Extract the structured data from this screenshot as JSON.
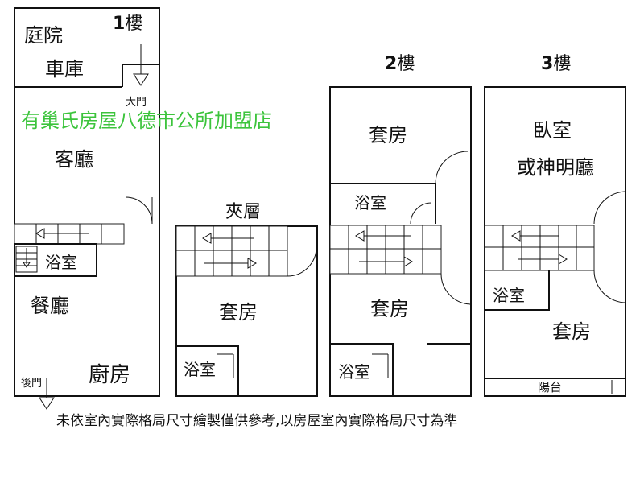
{
  "floors": {
    "f1": {
      "num": "1",
      "suffix": "樓"
    },
    "f2": {
      "num": "2",
      "suffix": "樓"
    },
    "f3": {
      "num": "3",
      "suffix": "樓"
    }
  },
  "labels": {
    "courtyard": "庭院",
    "garage": "車庫",
    "main_door": "大門",
    "living_room": "客廳",
    "bath_f1": "浴室",
    "dining_room": "餐廳",
    "kitchen": "廚房",
    "back_door": "後門",
    "mezzanine": "夾層",
    "suite_mezz": "套房",
    "bath_mezz": "浴室",
    "suite_f2_top": "套房",
    "bath_f2_top": "浴室",
    "suite_f2_bottom": "套房",
    "bath_f2_bottom": "浴室",
    "bedroom_line1": "臥室",
    "bedroom_line2": "或神明廳",
    "bath_f3": "浴室",
    "suite_f3": "套房",
    "balcony": "陽台"
  },
  "watermark": "有巢氏房屋八德市公所加盟店",
  "footer": "未依室內實際格局尺寸繪製僅供參考,以房屋室內實際格局尺寸為準"
}
